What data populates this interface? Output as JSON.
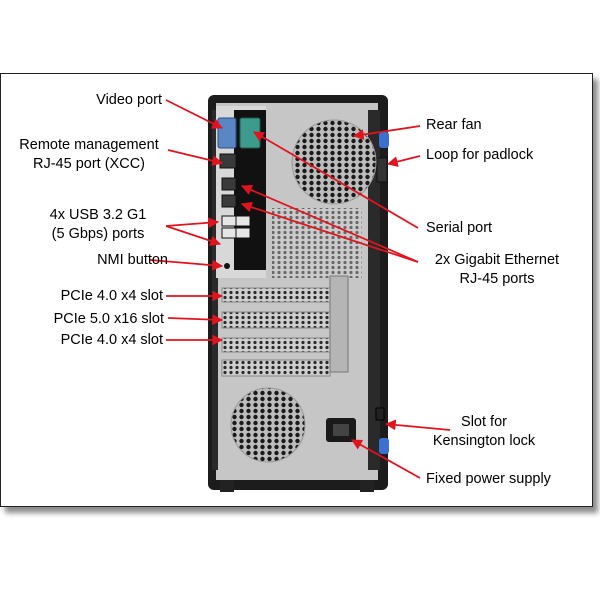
{
  "labels": {
    "video_port": "Video port",
    "remote_mgmt_line1": "Remote management",
    "remote_mgmt_line2": "RJ-45 port (XCC)",
    "usb_line1": "4x USB 3.2 G1",
    "usb_line2": "(5 Gbps) ports",
    "nmi_button": "NMI button",
    "pcie_slot_1": "PCIe 4.0 x4 slot",
    "pcie_slot_2": "PCIe 5.0 x16 slot",
    "pcie_slot_3": "PCIe 4.0 x4 slot",
    "rear_fan": "Rear fan",
    "padlock_loop": "Loop for padlock",
    "serial_port": "Serial port",
    "gigabit_line1": "2x Gigabit Ethernet",
    "gigabit_line2": "RJ-45 ports",
    "kensington_line1": "Slot for",
    "kensington_line2": "Kensington lock",
    "power_supply": "Fixed power supply"
  },
  "colors": {
    "callout": "#e0141e",
    "chassis": "#1c1c1c",
    "panel": "#c6c6c6",
    "io_panel": "#111111",
    "blue_tab": "#3b6fd1",
    "serial_teal": "#3c9b8c",
    "vga_blue": "#5a86c4"
  }
}
